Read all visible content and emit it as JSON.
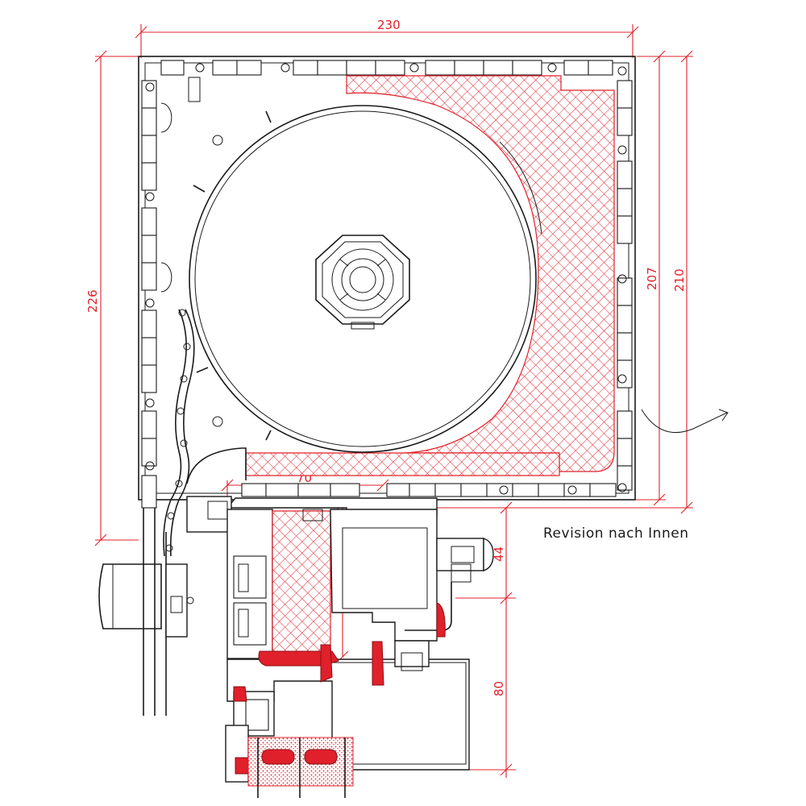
{
  "drawing": {
    "dimensions": {
      "width_top": "230",
      "height_left": "226",
      "height_right_inner": "207",
      "height_right_outer": "210",
      "inner_small": "70",
      "frame_depth": "70",
      "guide_44": "44",
      "guide_80": "80"
    },
    "note": "Revision nach Innen",
    "colors": {
      "dimension": "#e0202a",
      "line": "#1a1a1a",
      "insulation": "#e0202a"
    }
  }
}
